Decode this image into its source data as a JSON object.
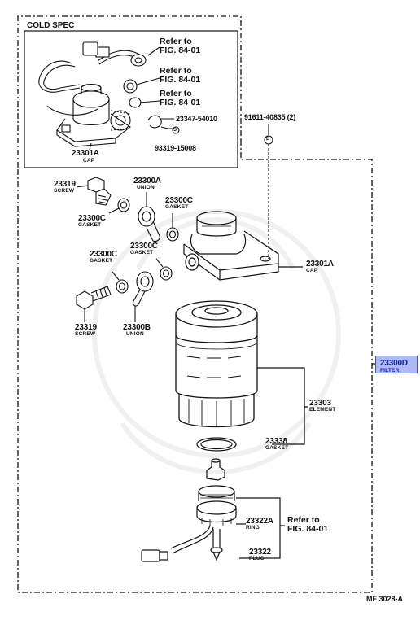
{
  "cold_spec": {
    "title": "COLD SPEC",
    "refer_1": [
      "Refer to",
      "FIG. 84-01"
    ],
    "refer_2": [
      "Refer to",
      "FIG. 84-01"
    ],
    "refer_3": [
      "Refer to",
      "FIG. 84-01"
    ],
    "part_23347": "23347-54010",
    "part_93319": "93319-15008",
    "symbol_s": "S",
    "cap_number": "23301A",
    "cap_name": "CAP"
  },
  "bolt_spec": "91611-40835 (2)",
  "bolt_symbol": "B",
  "parts": {
    "screw_top": {
      "number": "23319",
      "name": "SCREW"
    },
    "union_top": {
      "number": "23300A",
      "name": "UNION"
    },
    "gasket_top_right": {
      "number": "23300C",
      "name": "GASKET"
    },
    "gasket_top_left": {
      "number": "23300C",
      "name": "GASKET"
    },
    "gasket_mid_left": {
      "number": "23300C",
      "name": "GASKET"
    },
    "gasket_mid_right": {
      "number": "23300C",
      "name": "GASKET"
    },
    "screw_bottom": {
      "number": "23319",
      "name": "SCREW"
    },
    "union_bottom": {
      "number": "23300B",
      "name": "UNION"
    },
    "cap_main": {
      "number": "23301A",
      "name": "CAP"
    },
    "element": {
      "number": "23303",
      "name": "ELEMENT"
    },
    "gasket_element": {
      "number": "23338",
      "name": "GASKET"
    },
    "ring": {
      "number": "23322A",
      "name": "RING"
    },
    "plug": {
      "number": "23322",
      "name": "PLUG"
    }
  },
  "refer_bottom": [
    "Refer to",
    "FIG. 84-01"
  ],
  "filter_highlight": {
    "number": "23300D",
    "name": "FILTER"
  },
  "figure_code": "MF 3028-A"
}
